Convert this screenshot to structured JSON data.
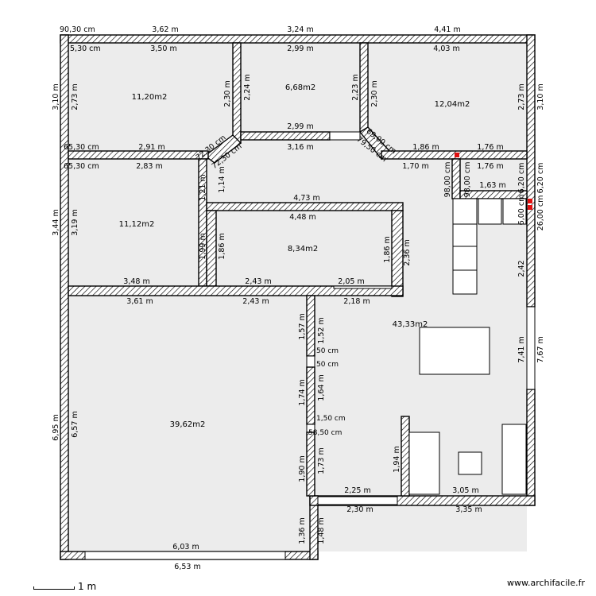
{
  "areas": {
    "room_top_left": "11,20m2",
    "room_top_middle": "6,68m2",
    "room_top_right": "12,04m2",
    "room_mid_left": "11,12m2",
    "room_mid_center": "8,34m2",
    "room_large_right": "43,33m2",
    "room_large_left": "39,62m2"
  },
  "dims": {
    "d01": "90,30 cm",
    "d02": "3,62 m",
    "d03": "3,24 m",
    "d04": "4,41 m",
    "d05": "5,30 cm",
    "d06": "3,50 m",
    "d07": "2,99 m",
    "d08": "4,03 m",
    "d09": "3,10 m",
    "d10": "2,73 m",
    "d11": "2,30 m",
    "d12": "2,24 m",
    "d13": "2,23 m",
    "d14": "2,30 m",
    "d15": "2,73 m",
    "d16": "3,10 m",
    "d17": "2,99 m",
    "d18": "65,30 cm",
    "d19": "2,91 m",
    "d20": "72,30 cm",
    "d21": "72,30 cm",
    "d22": "3,16 m",
    "d23": "69,00 cm",
    "d24": "79,50 cm",
    "d25": "1,86 m",
    "d26": "1,76 m",
    "d27": "65,30 cm",
    "d28": "2,83 m",
    "d29": "1,70 m",
    "d30": "1,76 m",
    "d31": "1,21 m",
    "d32": "1,14 m",
    "d33": "98,00 cm",
    "d34": "98,00 cm",
    "d35": "6,20 cm",
    "d36": "6,20 cm",
    "d37": "1,63 m",
    "d38": "4,73 m",
    "d39": "4,48 m",
    "d40": "3,44 m",
    "d41": "3,19 m",
    "d42": "6,00 cm",
    "d43": "26,00 cm",
    "d44": "1,99 m",
    "d45": "1,86 m",
    "d46": "1,86 m",
    "d47": "2,36 m",
    "d48": "2,42",
    "d49": "3,48 m",
    "d50": "2,43 m",
    "d51": "2,05 m",
    "d52": "3,61 m",
    "d53": "2,43 m",
    "d54": "2,18 m",
    "d55": "1,57 m",
    "d56": "1,52 m",
    "d57": "50 cm",
    "d58": "50 cm",
    "d59": "7,41 m",
    "d60": "7,67 m",
    "d61": "1,74 m",
    "d62": "1,64 m",
    "d63": "6,95 m",
    "d64": "6,57 m",
    "d65": "1,50 cm",
    "d66": "58,50 cm",
    "d67": "1,94 m",
    "d68": "1,90 m",
    "d69": "1,73 m",
    "d70": "2,25 m",
    "d71": "3,05 m",
    "d72": "2,30 m",
    "d73": "3,35 m",
    "d74": "1,36 m",
    "d75": "1,48 m",
    "d76": "6,03 m",
    "d77": "6,53 m"
  },
  "scale": {
    "label": "1 m"
  },
  "watermark": "www.archifacile.fr"
}
